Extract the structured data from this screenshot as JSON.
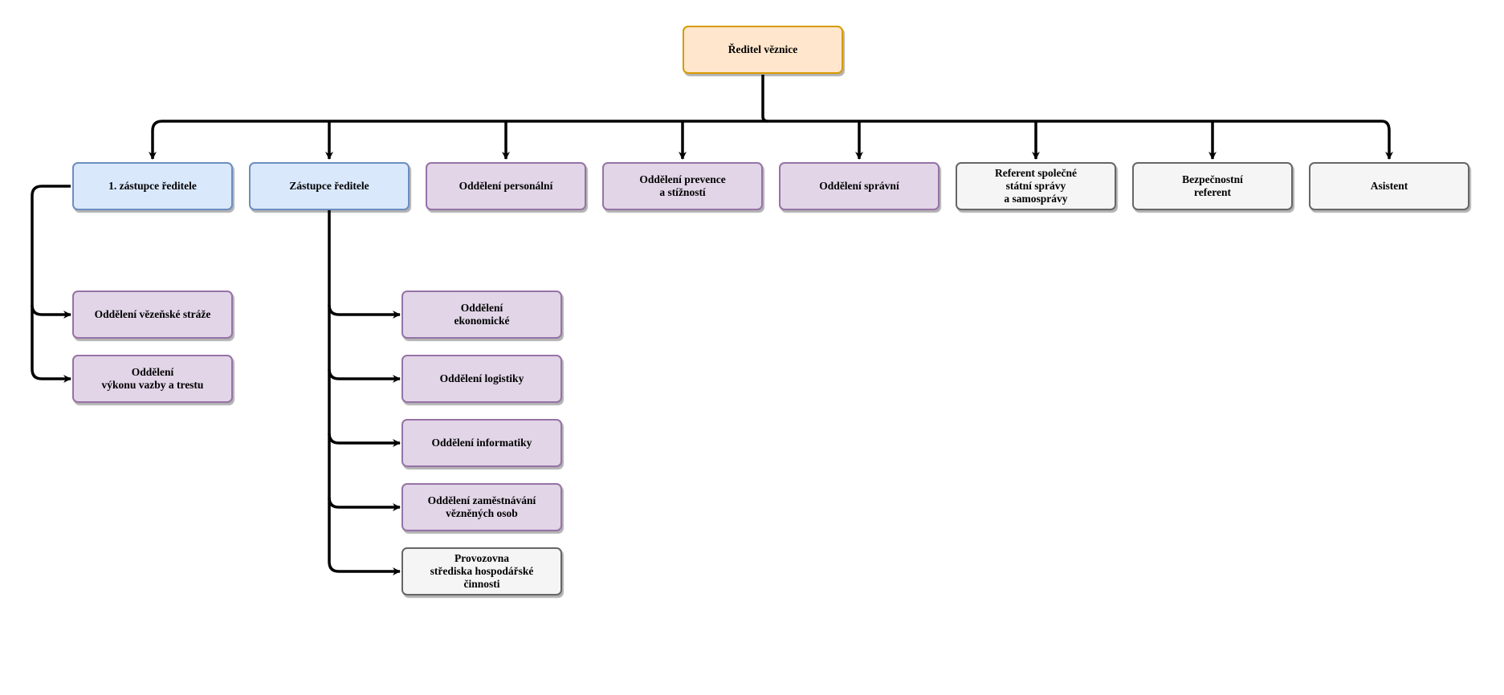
{
  "diagram": {
    "root": {
      "label": "Ředitel věznice"
    },
    "top_level": [
      "1. zástupce ředitele",
      "Zástupce ředitele",
      "Oddělení personální",
      "Oddělení prevence\na stížností",
      "Oddělení správní",
      "Referent společné\nstátní správy\na samosprávy",
      "Bezpečnostní\nreferent",
      "Asistent"
    ],
    "first_deputy_units": [
      "Oddělení vězeňské stráže",
      "Oddělení\nvýkonu vazby a trestu"
    ],
    "deputy_units": [
      "Oddělení\nekonomické",
      "Oddělení logistiky",
      "Oddělení informatiky",
      "Oddělení zaměstnávání\nvězněných osob",
      "Provozovna\nstřediska hospodářské\nčinnosti"
    ],
    "colors": {
      "root_fill": "#ffe6cc",
      "root_stroke": "#d79b00",
      "deputy_fill": "#dae8fc",
      "deputy_stroke": "#6c8ebf",
      "department_fill": "#e1d5e7",
      "department_stroke": "#9673a6",
      "staff_fill": "#f5f5f5",
      "staff_stroke": "#666666",
      "connector": "#000000"
    }
  }
}
